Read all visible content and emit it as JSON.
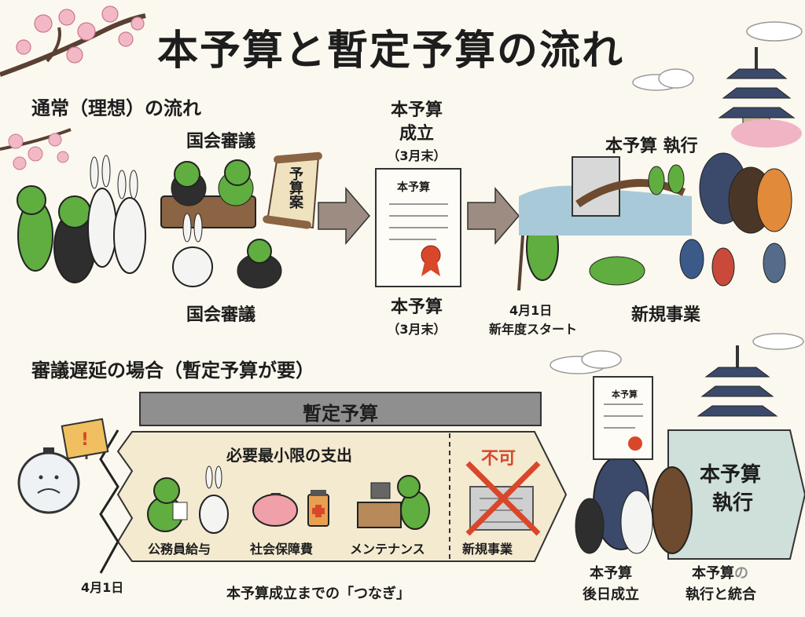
{
  "title": "本予算と暫定予算の流れ",
  "normal": {
    "heading": "通常（理想）の流れ",
    "diet_top": "国会審議",
    "diet_bottom": "国会審議",
    "scroll_text": "予算案",
    "passed_title": "本予算",
    "passed_sub": "成立",
    "passed_when": "（3月末）",
    "document_label": "本予算",
    "bottom_budget": "本予算",
    "bottom_when": "（3月末）",
    "start_date": "4月1日",
    "start_text": "新年度スタート",
    "exec_title": "本予算 執行",
    "new_business": "新規事業"
  },
  "delay": {
    "heading": "審議遅延の場合（暫定予算が要）",
    "bar_title": "暫定予算",
    "min_spending": "必要最小限の支出",
    "items": [
      "公務員給与",
      "社会保障費",
      "メンテナンス"
    ],
    "not_allowed": "不可",
    "new_business": "新規事業",
    "date": "4月1日",
    "bridge_text": "本予算成立までの「つなぎ」",
    "doc_label": "本予算",
    "later_line1": "本予算",
    "later_line2": "後日成立",
    "exec_box_line1": "本予算",
    "exec_box_line2": "執行",
    "integrate_line1_a": "本予算",
    "integrate_line1_b": "の",
    "integrate_line2": "執行と統合"
  },
  "colors": {
    "frog": "#5fae3f",
    "beige": "#f3ead0",
    "gray_bar": "#8f8f8f",
    "exec_box": "#cfe0db",
    "red": "#d9472b",
    "blossom": "#f2b8c6"
  }
}
